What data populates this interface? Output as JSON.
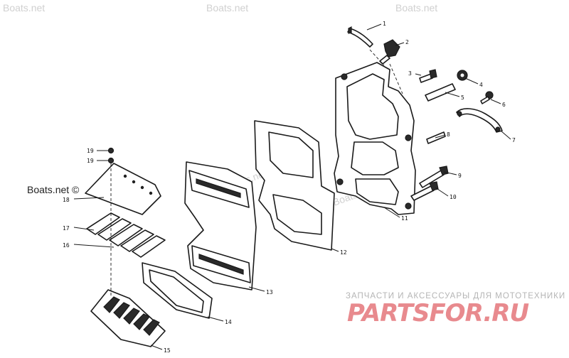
{
  "watermarks": {
    "top_left": "Boats.net",
    "top_middle": "Boats.net",
    "top_right": "Boats.net",
    "left": "Boats.net ©",
    "center": "Boats.net ©",
    "center2": "Boats.net ©"
  },
  "brand": {
    "subtitle": "ЗАПЧАСТИ И АКСЕССУАРЫ ДЛЯ МОТОТЕХНИКИ",
    "logo": "PARTSFOR.RU"
  },
  "callouts": [
    "1",
    "2",
    "3",
    "4",
    "5",
    "6",
    "7",
    "8",
    "9",
    "10",
    "11",
    "12",
    "13",
    "14",
    "15",
    "16",
    "17",
    "18",
    "19",
    "19"
  ]
}
